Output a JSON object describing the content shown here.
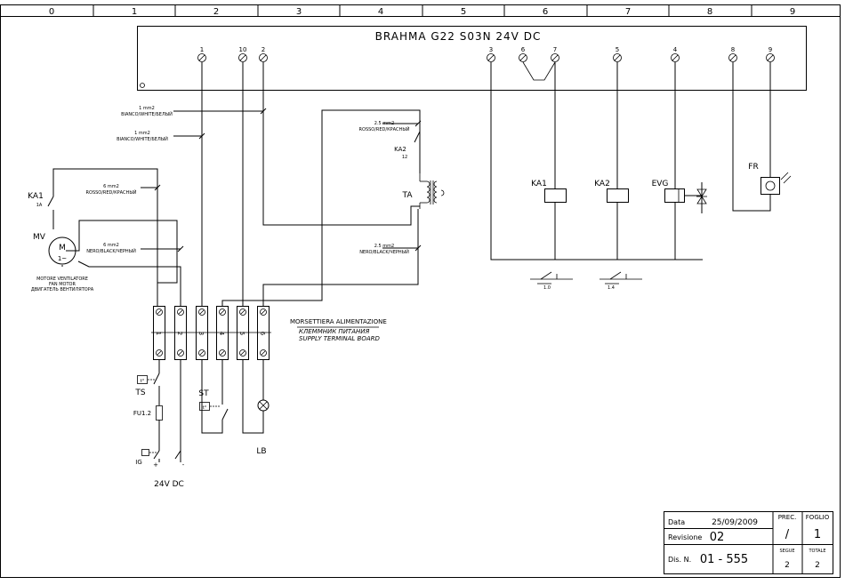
{
  "header": {
    "columns": [
      "0",
      "1",
      "2",
      "3",
      "4",
      "5",
      "6",
      "7",
      "8",
      "9"
    ]
  },
  "controller": {
    "title": "BRAHMA G22 S03N 24V DC",
    "terminals": [
      "1",
      "10",
      "2",
      "3",
      "6",
      "7",
      "5",
      "4",
      "8",
      "9"
    ]
  },
  "wire_labels": {
    "w1": {
      "size": "1 mm2",
      "color": "BIANCO/WHITE/БЕЛЫЙ"
    },
    "w2": {
      "size": "1 mm2",
      "color": "BIANCO/WHITE/БЕЛЫЙ"
    },
    "w3": {
      "size": "2.5 mm2",
      "color": "ROSSO/RED/КРАСНЫЙ"
    },
    "w4": {
      "size": "6 mm2",
      "color": "ROSSO/RED/КРАСНЫЙ"
    },
    "w5": {
      "size": "6 mm2",
      "color": "NERO/BLACK/ЧЕРНЫЙ"
    },
    "w6": {
      "size": "2.5 mm2",
      "color": "NERO/BLACK/ЧЕРНЫЙ"
    }
  },
  "components": {
    "ka1": "KA1",
    "ka1_sub": "1A",
    "mv": "MV",
    "motor": "M",
    "motor_phase": "1~",
    "motor_desc": [
      "MOTORE VENTILATORE",
      "FAN MOTOR",
      "ДВИГАТЕЛЬ ВЕНТИЛЯТОРА"
    ],
    "ka2": "KA2",
    "ka2_sub": "12",
    "ta": "TA",
    "relay_ka1": "KA1",
    "relay_ka2": "KA2",
    "relay_evg": "EVG",
    "fr": "FR",
    "ts": "TS",
    "fu": "FU1.2",
    "ig": "IG",
    "st": "ST",
    "lb": "LB",
    "ts_box": "t°",
    "st_box": "t°",
    "plus": "+",
    "minus": "-",
    "supply": "24V DC",
    "ref_ka1": "1.0",
    "ref_ka2": "1.4"
  },
  "terminal_board": {
    "title": [
      "MORSETTIERA ALIMENTAZIONE",
      "КЛЕММНИК ПИТАНИЯ",
      "SUPPLY TERMINAL BOARD"
    ],
    "numbers": [
      "1",
      "2",
      "3",
      "4",
      "5",
      "6"
    ]
  },
  "title_block": {
    "data_label": "Data",
    "data_value": "25/09/2009",
    "rev_label": "Revisione",
    "rev_value": "02",
    "dis_label": "Dis. N.",
    "dis_value": "01 - 555",
    "prec_label": "PREC.",
    "prec_value": "/",
    "foglio_label": "FOGLIO",
    "foglio_value": "1",
    "segue_label": "SEGUE",
    "segue_value": "2",
    "totale_label": "TOTALE",
    "totale_value": "2"
  }
}
